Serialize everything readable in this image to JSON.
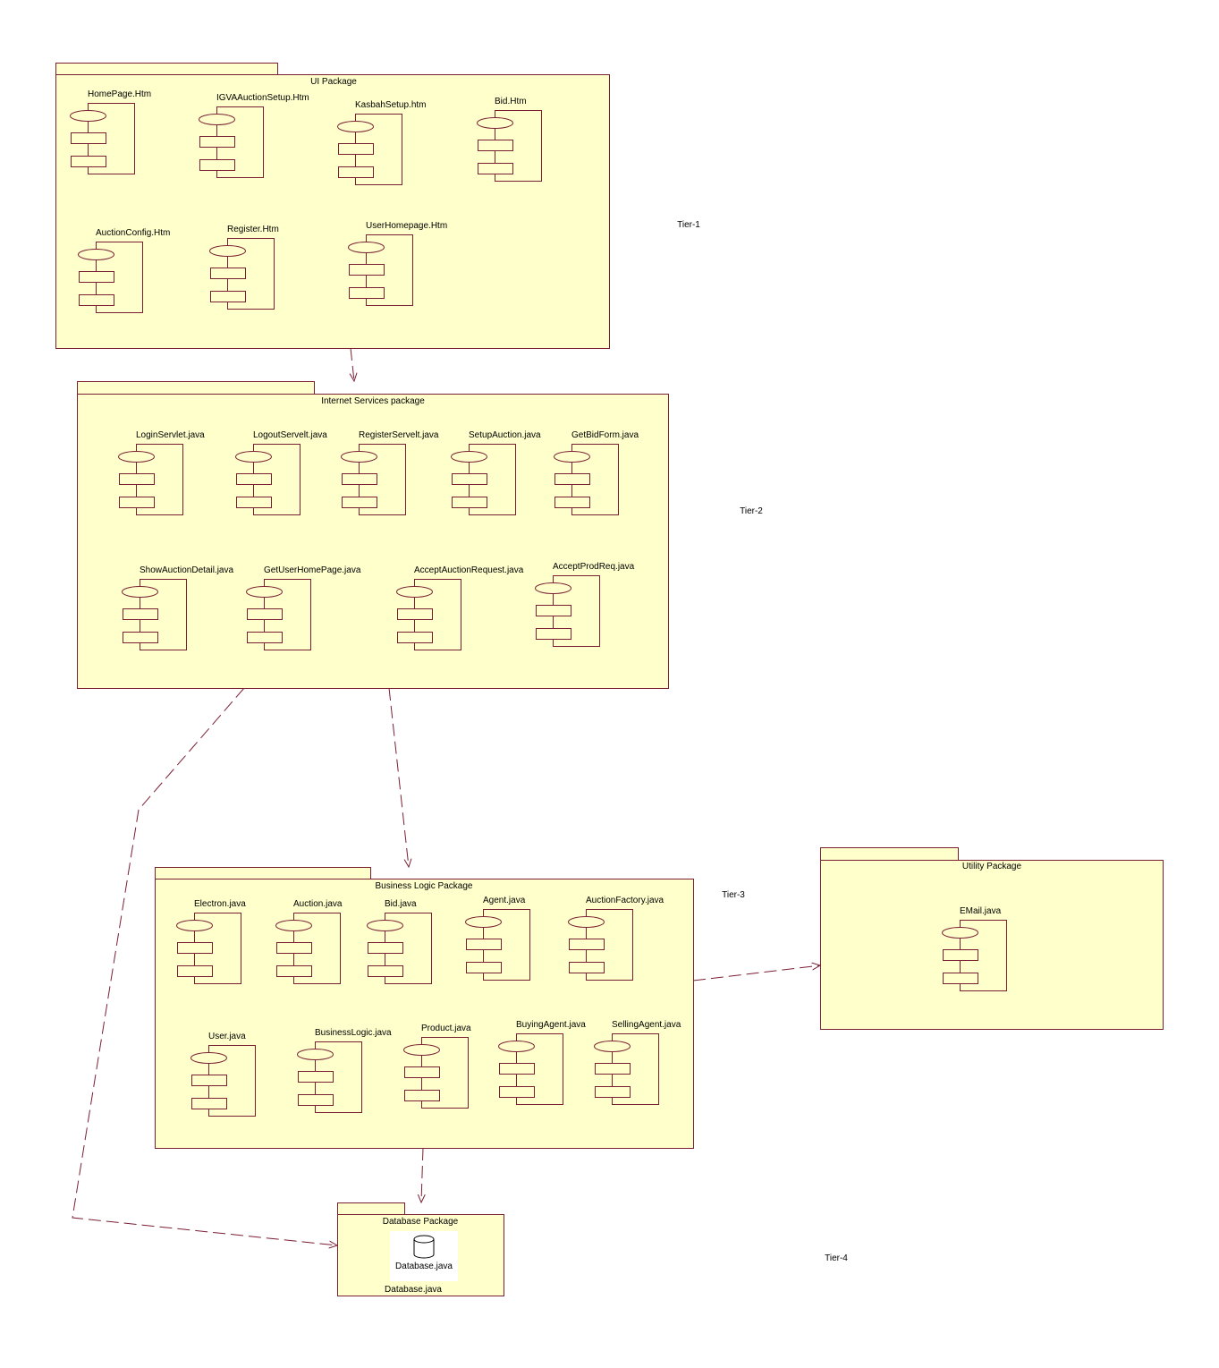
{
  "colors": {
    "line": "#7a1f33",
    "fill": "#ffffcc"
  },
  "packages": [
    {
      "name": "UI Package",
      "components": [
        "HomePage.Htm",
        "IGVAAuctionSetup.Htm",
        "KasbahSetup.htm",
        "Bid.Htm",
        "AuctionConfig.Htm",
        "Register.Htm",
        "UserHomepage.Htm"
      ]
    },
    {
      "name": "Internet Services package",
      "components": [
        "LoginServlet.java",
        "LogoutServelt.java",
        "RegisterServelt.java",
        "SetupAuction.java",
        "GetBidForm.java",
        "ShowAuctionDetail.java",
        "GetUserHomePage.java",
        "AcceptAuctionRequest.java",
        "AcceptProdReq.java"
      ]
    },
    {
      "name": "Business Logic Package",
      "components": [
        "Electron.java",
        "Auction.java",
        "Bid.java",
        "Agent.java",
        "AuctionFactory.java",
        "User.java",
        "BusinessLogic.java",
        "Product.java",
        "BuyingAgent.java",
        "SellingAgent.java"
      ]
    },
    {
      "name": "Utility Package",
      "components": [
        "EMail.java"
      ]
    },
    {
      "name": "Database Package",
      "components": []
    }
  ],
  "database": {
    "icon": "database-cylinder-icon",
    "icon_label": "Database.java",
    "caption": "Database.java"
  },
  "tiers": [
    "Tier-1",
    "Tier-2",
    "Tier-3",
    "Tier-4"
  ]
}
